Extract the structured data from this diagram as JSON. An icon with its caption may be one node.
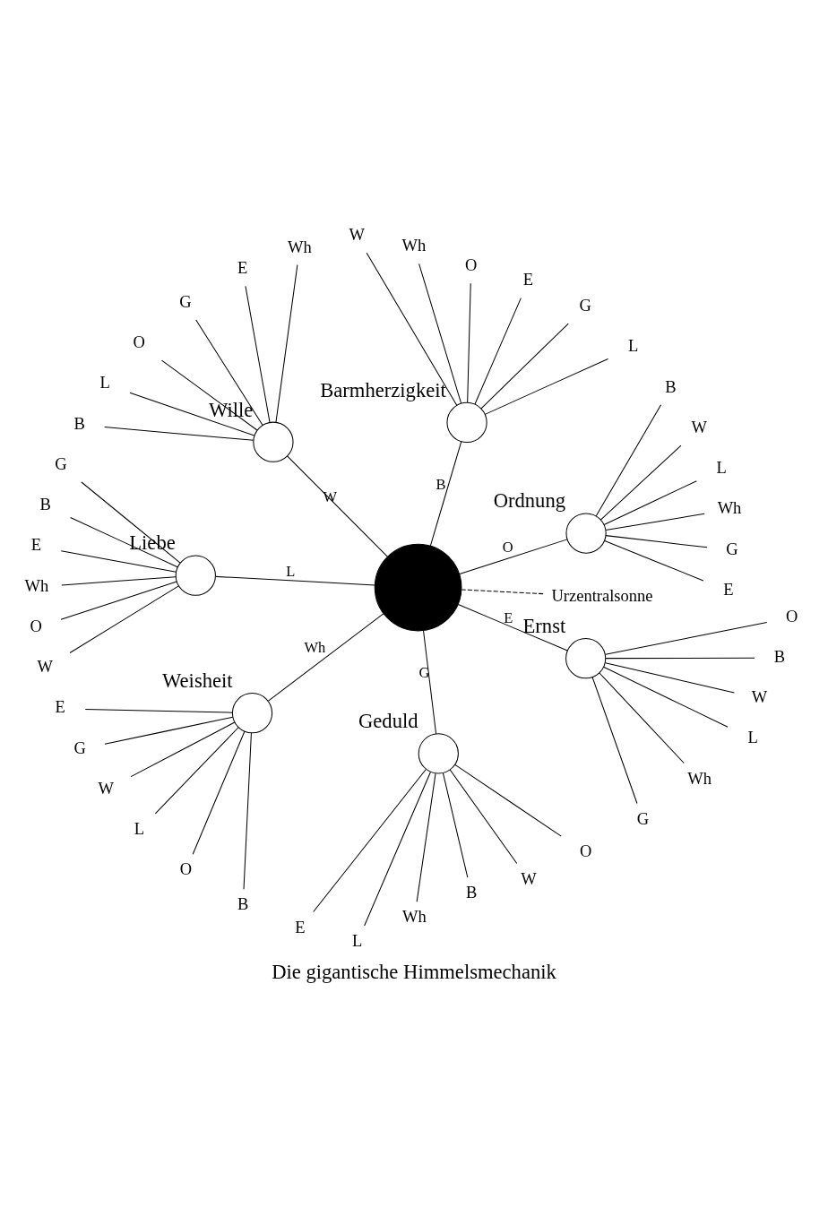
{
  "diagram": {
    "caption": "Die gigantische Himmelsmechanik",
    "nodes": [
      {
        "text": [],
        "shape": "circle",
        "beside": [
          "Ordnung"
        ]
      },
      {
        "text": [
          "E"
        ]
      },
      {
        "text": [
          "G"
        ]
      },
      {
        "text": [
          "Wh"
        ]
      },
      {
        "text": [
          "L"
        ]
      },
      {
        "text": [
          "W"
        ]
      },
      {
        "text": [
          "B"
        ]
      },
      {
        "text": [
          "Urzentralsonne"
        ]
      },
      {
        "text": [],
        "shape": "circle"
      },
      {
        "text": [],
        "shape": "circle",
        "beside": [
          "Barmherzigkeit"
        ]
      },
      {
        "text": [
          "L"
        ]
      },
      {
        "text": [
          "G"
        ]
      },
      {
        "text": [
          "E"
        ]
      },
      {
        "text": [
          "O"
        ]
      },
      {
        "text": [
          "Wh"
        ]
      },
      {
        "text": [
          "W"
        ]
      },
      {
        "text": [],
        "shape": "circle",
        "beside": [
          "Wille"
        ]
      },
      {
        "text": [
          "Wh"
        ]
      },
      {
        "text": [
          "E"
        ]
      },
      {
        "text": [
          "G"
        ]
      },
      {
        "text": [
          "O"
        ]
      },
      {
        "text": [
          "L"
        ]
      },
      {
        "text": [
          "B"
        ]
      },
      {
        "text": [],
        "shape": "circle",
        "beside": [
          "Liebe"
        ]
      },
      {
        "text": [
          "G"
        ]
      },
      {
        "text": [
          "B"
        ]
      },
      {
        "text": [
          "E"
        ]
      },
      {
        "text": [
          "Wh"
        ]
      },
      {
        "text": [
          "O"
        ]
      },
      {
        "text": [
          "W"
        ]
      },
      {
        "text": [],
        "shape": "circle",
        "beside": [
          "Weisheit"
        ]
      },
      {
        "text": [
          "E"
        ]
      },
      {
        "text": [
          "G"
        ]
      },
      {
        "text": [
          "W"
        ]
      },
      {
        "text": [
          "L"
        ]
      },
      {
        "text": [
          "O"
        ]
      },
      {
        "text": [
          "B"
        ]
      },
      {
        "text": [],
        "shape": "circle",
        "beside": [
          "Geduld"
        ]
      },
      {
        "text": [
          "E"
        ]
      },
      {
        "text": [
          "L"
        ]
      },
      {
        "text": [
          "Wh"
        ]
      },
      {
        "text": [
          "B"
        ]
      },
      {
        "text": [
          "W"
        ]
      },
      {
        "text": [
          "O"
        ]
      },
      {
        "text": [],
        "shape": "circle",
        "beside": [
          "Ernst"
        ]
      },
      {
        "text": [
          "G"
        ]
      },
      {
        "text": [
          "Wh"
        ]
      },
      {
        "text": [
          "L"
        ]
      },
      {
        "text": [
          "W"
        ]
      },
      {
        "text": [
          "B"
        ]
      },
      {
        "text": [
          "O"
        ]
      }
    ],
    "edges": [
      {
        "from": 8,
        "to": 0,
        "arrow": "none",
        "label": "O"
      },
      {
        "from": 0,
        "to": 1,
        "arrow": "none"
      },
      {
        "from": 0,
        "to": 2,
        "arrow": "none"
      },
      {
        "from": 0,
        "to": 3,
        "arrow": "none"
      },
      {
        "from": 0,
        "to": 4,
        "arrow": "none"
      },
      {
        "from": 0,
        "to": 5,
        "arrow": "none"
      },
      {
        "from": 0,
        "to": 6,
        "arrow": "none"
      },
      {
        "from": 7,
        "to": 8,
        "arrow": "none",
        "style": "dashed"
      },
      {
        "from": 8,
        "to": 9,
        "arrow": "none",
        "label": "B"
      },
      {
        "from": 9,
        "to": 10,
        "arrow": "none"
      },
      {
        "from": 9,
        "to": 11,
        "arrow": "none"
      },
      {
        "from": 9,
        "to": 12,
        "arrow": "none"
      },
      {
        "from": 9,
        "to": 13,
        "arrow": "none"
      },
      {
        "from": 9,
        "to": 14,
        "arrow": "none"
      },
      {
        "from": 9,
        "to": 15,
        "arrow": "none"
      },
      {
        "from": 8,
        "to": 16,
        "arrow": "none",
        "label": "W"
      },
      {
        "from": 16,
        "to": 17,
        "arrow": "none"
      },
      {
        "from": 16,
        "to": 18,
        "arrow": "none"
      },
      {
        "from": 16,
        "to": 19,
        "arrow": "none"
      },
      {
        "from": 16,
        "to": 20,
        "arrow": "none"
      },
      {
        "from": 16,
        "to": 21,
        "arrow": "none"
      },
      {
        "from": 16,
        "to": 22,
        "arrow": "none"
      },
      {
        "from": 8,
        "to": 23,
        "arrow": "none",
        "label": "L"
      },
      {
        "from": 23,
        "to": 24,
        "arrow": "none"
      },
      {
        "from": 23,
        "to": 25,
        "arrow": "none"
      },
      {
        "from": 23,
        "to": 26,
        "arrow": "none"
      },
      {
        "from": 23,
        "to": 27,
        "arrow": "none"
      },
      {
        "from": 23,
        "to": 28,
        "arrow": "none"
      },
      {
        "from": 23,
        "to": 29,
        "arrow": "none"
      },
      {
        "from": 8,
        "to": 30,
        "arrow": "none",
        "label": "Wh"
      },
      {
        "from": 30,
        "to": 31,
        "arrow": "none"
      },
      {
        "from": 30,
        "to": 32,
        "arrow": "none"
      },
      {
        "from": 30,
        "to": 33,
        "arrow": "none"
      },
      {
        "from": 30,
        "to": 34,
        "arrow": "none"
      },
      {
        "from": 30,
        "to": 35,
        "arrow": "none"
      },
      {
        "from": 30,
        "to": 36,
        "arrow": "none"
      },
      {
        "from": 8,
        "to": 37,
        "arrow": "none",
        "label": "G"
      },
      {
        "from": 37,
        "to": 38,
        "arrow": "none"
      },
      {
        "from": 37,
        "to": 39,
        "arrow": "none"
      },
      {
        "from": 37,
        "to": 40,
        "arrow": "none"
      },
      {
        "from": 37,
        "to": 41,
        "arrow": "none"
      },
      {
        "from": 37,
        "to": 42,
        "arrow": "none"
      },
      {
        "from": 37,
        "to": 43,
        "arrow": "none"
      },
      {
        "from": 8,
        "to": 44,
        "arrow": "none",
        "label": "E"
      },
      {
        "from": 44,
        "to": 45,
        "arrow": "none"
      },
      {
        "from": 44,
        "to": 46,
        "arrow": "none"
      },
      {
        "from": 44,
        "to": 47,
        "arrow": "none"
      },
      {
        "from": 44,
        "to": 48,
        "arrow": "none"
      },
      {
        "from": 44,
        "to": 49,
        "arrow": "none"
      },
      {
        "from": 44,
        "to": 50,
        "arrow": "none"
      }
    ]
  }
}
